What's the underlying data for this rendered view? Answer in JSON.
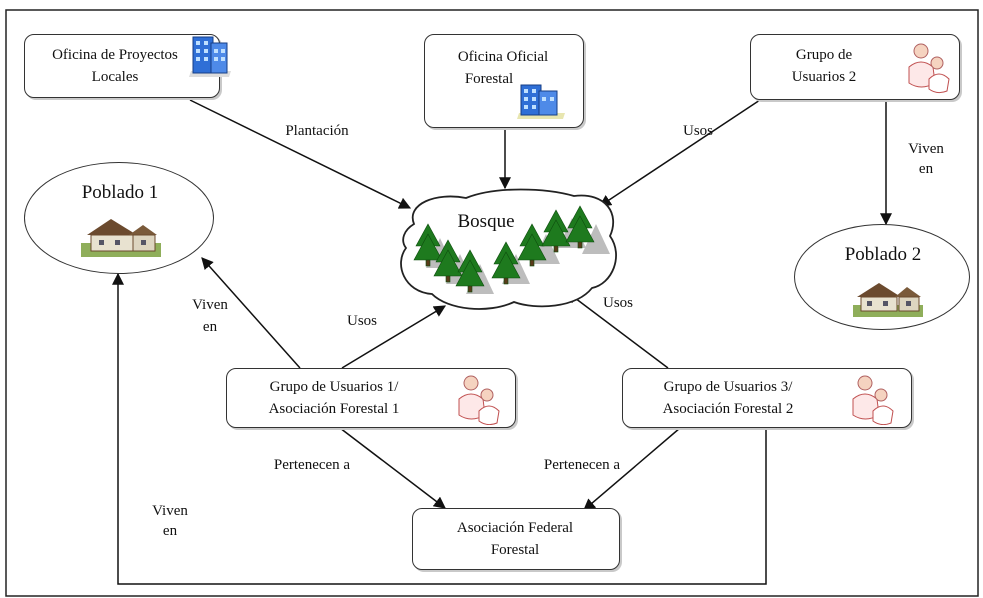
{
  "nodes": {
    "oficina_proyectos": {
      "line1": "Oficina de Proyectos",
      "line2": "Locales"
    },
    "oficina_forestal": {
      "line1": "Oficina Oficial",
      "line2": "Forestal"
    },
    "grupo2": {
      "line1": "Grupo de",
      "line2": "Usuarios 2"
    },
    "bosque": {
      "label": "Bosque"
    },
    "poblado1": {
      "label": "Poblado 1"
    },
    "poblado2": {
      "label": "Poblado 2"
    },
    "grupo1": {
      "line1": "Grupo de Usuarios 1/",
      "line2": "Asociación Forestal 1"
    },
    "grupo3": {
      "line1": "Grupo de Usuarios 3/",
      "line2": "Asociación Forestal 2"
    },
    "federal": {
      "line1": "Asociación Federal",
      "line2": "Forestal"
    }
  },
  "edges": {
    "plantacion": "Plantación",
    "usos_top": "Usos",
    "viven_right_1": "Viven",
    "viven_right_2": "en",
    "viven_left_1": "Viven",
    "viven_left_2": "en",
    "usos_left": "Usos",
    "usos_right": "Usos",
    "pertenecen_left": "Pertenecen a",
    "pertenecen_right": "Pertenecen a",
    "viven_bottom_1": "Viven",
    "viven_bottom_2": "en"
  },
  "icons": [
    "office-building-icon",
    "village-house-icon",
    "people-group-icon",
    "forest-trees-icon"
  ],
  "colors": {
    "line": "#111111",
    "tree": "#1e7a1e",
    "building": "#2f6fd6",
    "house_roof": "#7a5a3a"
  }
}
